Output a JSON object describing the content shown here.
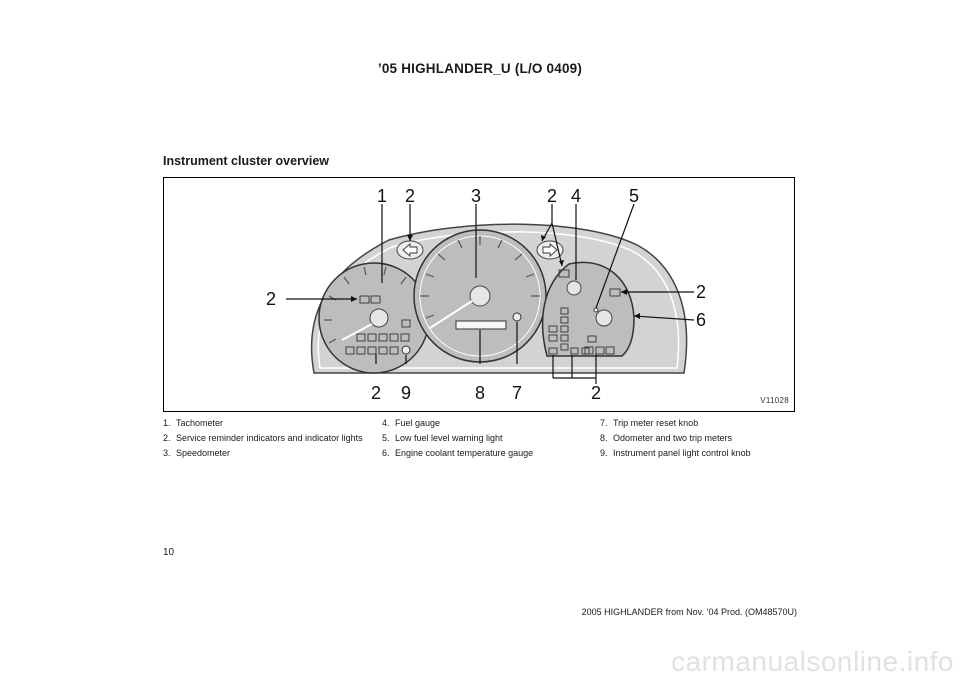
{
  "header": {
    "title": "’05 HIGHLANDER_U (L/O 0409)"
  },
  "section": {
    "title": "Instrument cluster overview"
  },
  "figure": {
    "code": "V11028",
    "callouts": [
      "1",
      "2",
      "3",
      "2",
      "4",
      "5",
      "2",
      "2",
      "6",
      "2",
      "9",
      "8",
      "7",
      "2"
    ]
  },
  "legend": [
    {
      "num": "1.",
      "text": "Tachometer"
    },
    {
      "num": "2.",
      "text": "Service reminder indicators and indicator lights"
    },
    {
      "num": "3.",
      "text": "Speedometer"
    },
    {
      "num": "4.",
      "text": "Fuel gauge"
    },
    {
      "num": "5.",
      "text": "Low fuel level warning light"
    },
    {
      "num": "6.",
      "text": "Engine coolant temperature gauge"
    },
    {
      "num": "7.",
      "text": "Trip meter reset knob"
    },
    {
      "num": "8.",
      "text": "Odometer and two trip meters"
    },
    {
      "num": "9.",
      "text": "Instrument panel light control knob"
    }
  ],
  "page_number": "10",
  "footer": {
    "text": "2005 HIGHLANDER from Nov. ’04 Prod. (OM48570U)"
  },
  "watermark": {
    "text": "carmanualsonline.info"
  }
}
